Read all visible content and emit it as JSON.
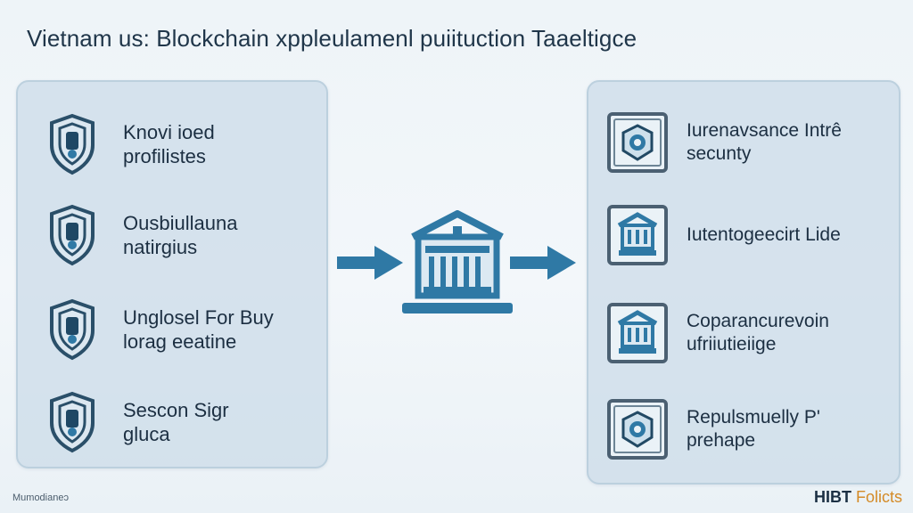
{
  "title": "Vietnam us: Blockchain xppleulamenl puiituction Taaeltigce",
  "left_panel": {
    "items": [
      {
        "label": "Knovi ioed\nprofilistes",
        "icon": "shield-icon"
      },
      {
        "label": "Ousbiullauna\nnatirgius",
        "icon": "shield-icon"
      },
      {
        "label": "Unglosel For Buy\nlorag eeatine",
        "icon": "shield-icon"
      },
      {
        "label": "Sescon Sigr\ngluca",
        "icon": "shield-icon"
      }
    ]
  },
  "center": {
    "icon": "building-icon"
  },
  "arrows": {
    "left": "arrow-right-icon",
    "right": "arrow-right-icon"
  },
  "right_panel": {
    "items": [
      {
        "label": "Iurenavsance Intrê\nsecunty",
        "icon": "security-icon"
      },
      {
        "label": "Iutentogeecirt Lide",
        "icon": "building-icon"
      },
      {
        "label": "Coparancurevoin\nufriiutieiige",
        "icon": "building-icon"
      },
      {
        "label": "Repulsmuelly P'\nprehape",
        "icon": "security-icon"
      }
    ]
  },
  "footer": {
    "left": "Mumodianeɔ",
    "brand_primary": "HIBT",
    "brand_secondary": "Folicts"
  },
  "colors": {
    "accent": "#2f79a5",
    "accent_dark": "#1d5f87",
    "panel": "#cfdeea",
    "text": "#1c2f42",
    "brand": "#d48b27"
  }
}
